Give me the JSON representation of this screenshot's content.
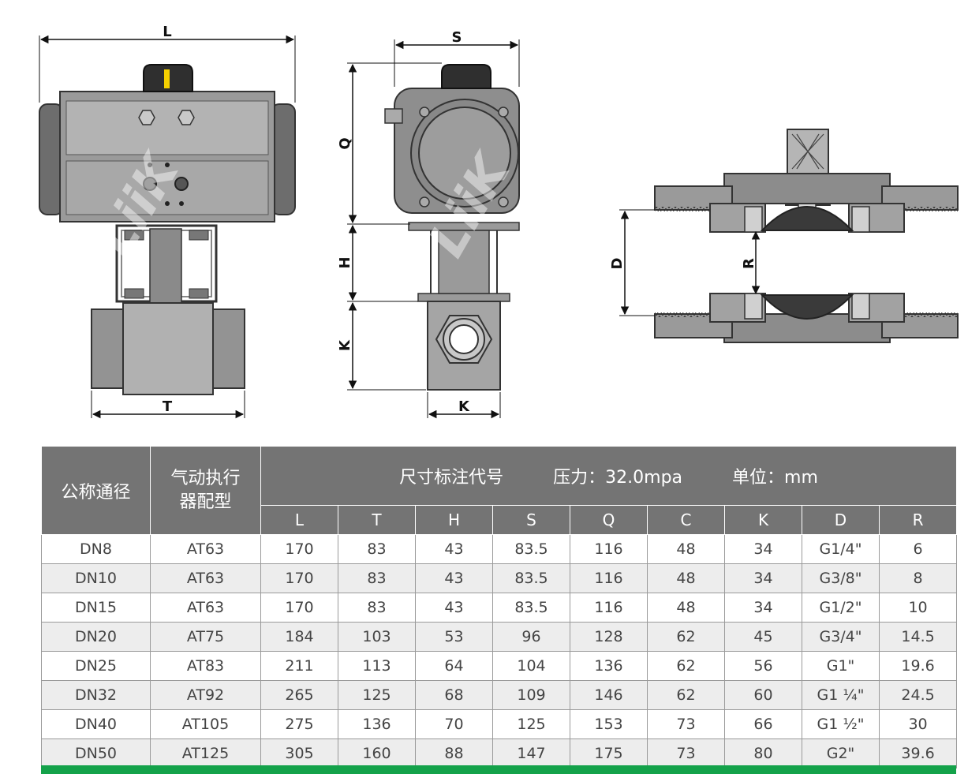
{
  "drawing_labels": {
    "front": {
      "width": "L",
      "body_width": "T"
    },
    "side": {
      "width": "S",
      "actuator_height": "Q",
      "bracket_height": "H",
      "body_height": "K",
      "body_width": "K"
    },
    "section": {
      "port_diameter": "D",
      "bore_radius": "R"
    }
  },
  "watermark": "LiiK",
  "colors": {
    "header_bg": "#747474",
    "row_alt": "#ededed",
    "footer_bar": "#14a24a",
    "accent_yellow": "#f5d000"
  },
  "table": {
    "header": {
      "nominal": "公称通径",
      "actuator": "气动执行器配型",
      "dimension_label": "尺寸标注代号",
      "pressure": "压力：32.0mpa",
      "unit": "单位：mm"
    },
    "columns": [
      "L",
      "T",
      "H",
      "S",
      "Q",
      "C",
      "K",
      "D",
      "R"
    ],
    "rows": [
      [
        "DN8",
        "AT63",
        "170",
        "83",
        "43",
        "83.5",
        "116",
        "48",
        "34",
        "G1/4\"",
        "6"
      ],
      [
        "DN10",
        "AT63",
        "170",
        "83",
        "43",
        "83.5",
        "116",
        "48",
        "34",
        "G3/8\"",
        "8"
      ],
      [
        "DN15",
        "AT63",
        "170",
        "83",
        "43",
        "83.5",
        "116",
        "48",
        "34",
        "G1/2\"",
        "10"
      ],
      [
        "DN20",
        "AT75",
        "184",
        "103",
        "53",
        "96",
        "128",
        "62",
        "45",
        "G3/4\"",
        "14.5"
      ],
      [
        "DN25",
        "AT83",
        "211",
        "113",
        "64",
        "104",
        "136",
        "62",
        "56",
        "G1\"",
        "19.6"
      ],
      [
        "DN32",
        "AT92",
        "265",
        "125",
        "68",
        "109",
        "146",
        "62",
        "60",
        "G1 ¼\"",
        "24.5"
      ],
      [
        "DN40",
        "AT105",
        "275",
        "136",
        "70",
        "125",
        "153",
        "73",
        "66",
        "G1 ½\"",
        "30"
      ],
      [
        "DN50",
        "AT125",
        "305",
        "160",
        "88",
        "147",
        "175",
        "73",
        "80",
        "G2\"",
        "39.6"
      ]
    ]
  }
}
